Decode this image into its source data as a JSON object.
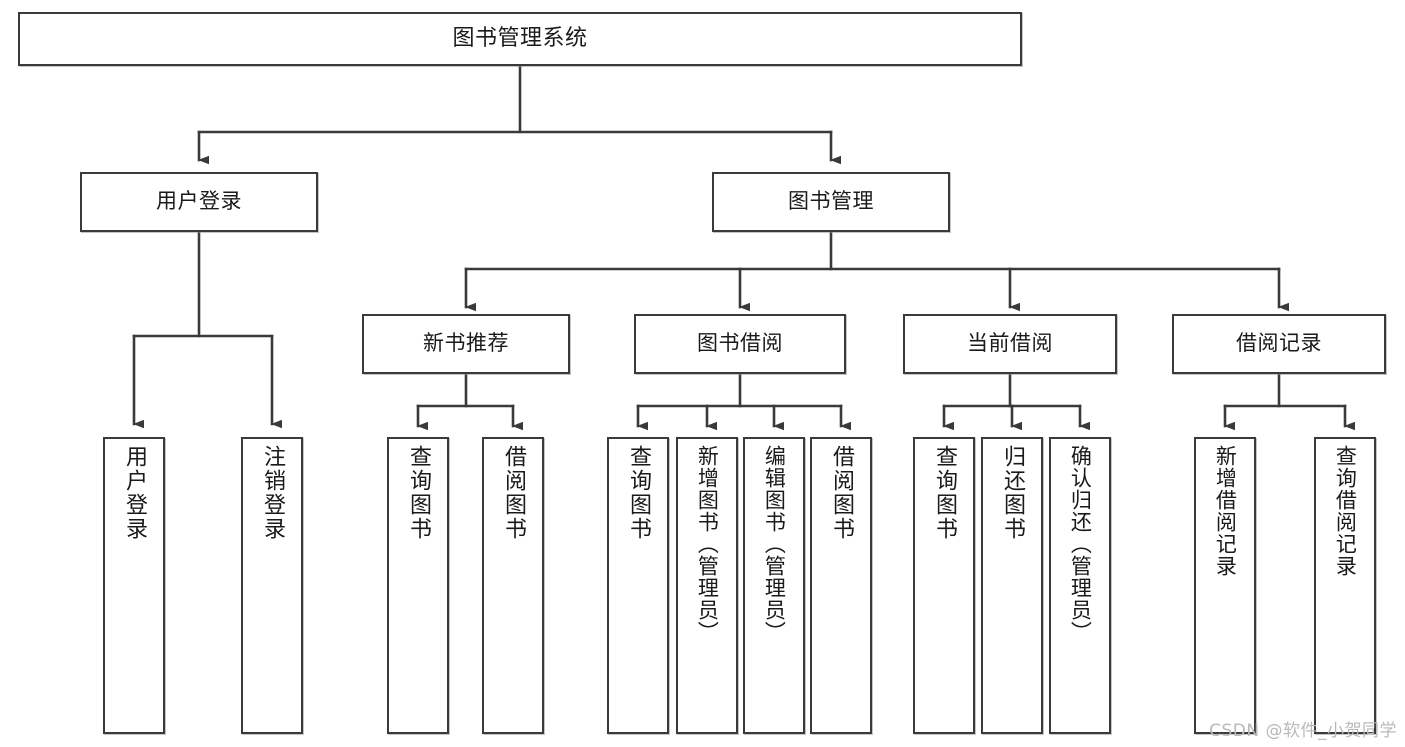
{
  "diagram": {
    "title": "图书管理系统",
    "type": "tree-hierarchy",
    "root": {
      "label": "图书管理系统"
    },
    "level2": {
      "user_login": {
        "label": "用户登录"
      },
      "book_manage": {
        "label": "图书管理"
      }
    },
    "level3": {
      "new_book_rec": {
        "label": "新书推荐"
      },
      "book_borrow": {
        "label": "图书借阅"
      },
      "current_borrow": {
        "label": "当前借阅"
      },
      "borrow_record": {
        "label": "借阅记录"
      }
    },
    "leaves": {
      "user_login_children": [
        {
          "label": "用户登录"
        },
        {
          "label": "注销登录"
        }
      ],
      "new_book_rec_children": [
        {
          "label": "查询图书"
        },
        {
          "label": "借阅图书"
        }
      ],
      "book_borrow_children": [
        {
          "label": "查询图书"
        },
        {
          "label": "新增图书（管理员）"
        },
        {
          "label": "编辑图书（管理员）"
        },
        {
          "label": "借阅图书"
        }
      ],
      "current_borrow_children": [
        {
          "label": "查询图书"
        },
        {
          "label": "归还图书"
        },
        {
          "label": "确认归还（管理员）"
        }
      ],
      "borrow_record_children": [
        {
          "label": "新增借阅记录"
        },
        {
          "label": "查询借阅记录"
        }
      ]
    },
    "colors": {
      "box_border": "#3a3a3a",
      "box_fill": "#ffffff",
      "edge": "#3a3a3a",
      "text": "#1a1a1a",
      "watermark": "#b9b9b9",
      "background": "#ffffff"
    }
  },
  "watermark": {
    "text": "CSDN @软件_小贺同学"
  }
}
